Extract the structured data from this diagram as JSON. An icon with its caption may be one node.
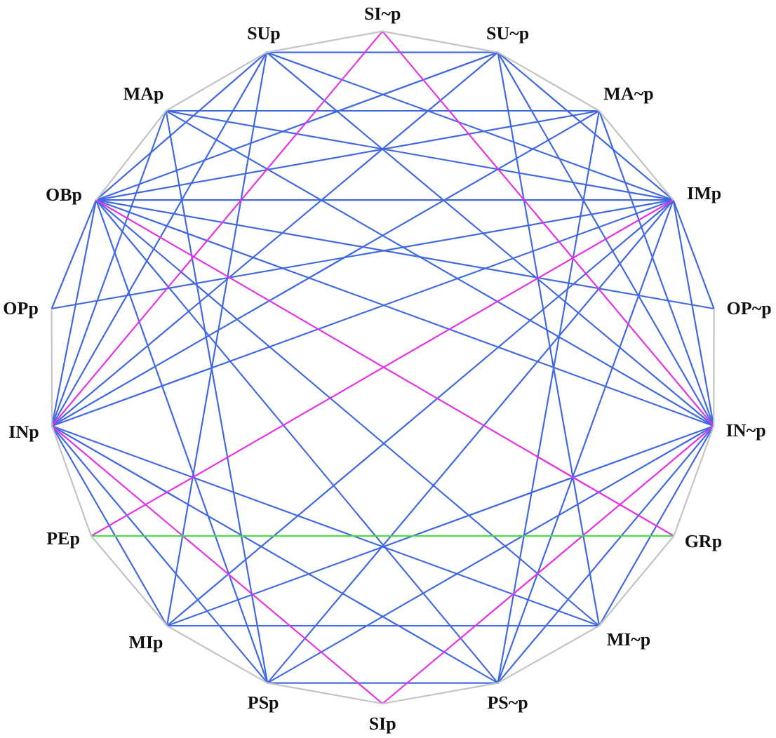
{
  "diagram": {
    "nodes": [
      {
        "text": [
          "SI~p"
        ]
      },
      {
        "text": [
          "SUp"
        ]
      },
      {
        "text": [
          "SU~p"
        ]
      },
      {
        "text": [
          "MAp"
        ]
      },
      {
        "text": [
          "MA~p"
        ]
      },
      {
        "text": [
          "OBp"
        ]
      },
      {
        "text": [
          "IMp"
        ]
      },
      {
        "text": [
          "OPp"
        ]
      },
      {
        "text": [
          "OP~p"
        ]
      },
      {
        "text": [
          "INp"
        ]
      },
      {
        "text": [
          "IN~p"
        ]
      },
      {
        "text": [
          "PEp"
        ]
      },
      {
        "text": [
          "GRp"
        ]
      },
      {
        "text": [
          "MIp"
        ]
      },
      {
        "text": [
          "MI~p"
        ]
      },
      {
        "text": [
          "PSp"
        ]
      },
      {
        "text": [
          "PS~p"
        ]
      },
      {
        "text": [
          "SIp"
        ]
      }
    ],
    "edges": [
      {
        "from": 1,
        "to": 2,
        "arrow": "none"
      },
      {
        "from": 3,
        "to": 4,
        "arrow": "none"
      },
      {
        "from": 5,
        "to": 6,
        "arrow": "none"
      },
      {
        "from": 13,
        "to": 14,
        "arrow": "none"
      },
      {
        "from": 15,
        "to": 16,
        "arrow": "none"
      },
      {
        "from": 7,
        "to": 5,
        "arrow": "none"
      },
      {
        "from": 8,
        "to": 6,
        "arrow": "none"
      },
      {
        "from": 7,
        "to": 6,
        "arrow": "none"
      },
      {
        "from": 8,
        "to": 5,
        "arrow": "none"
      },
      {
        "from": 9,
        "to": 5,
        "arrow": "none"
      },
      {
        "from": 10,
        "to": 6,
        "arrow": "none"
      },
      {
        "from": 9,
        "to": 6,
        "arrow": "none"
      },
      {
        "from": 10,
        "to": 5,
        "arrow": "none"
      },
      {
        "from": 9,
        "to": 1,
        "arrow": "none"
      },
      {
        "from": 10,
        "to": 2,
        "arrow": "none"
      },
      {
        "from": 9,
        "to": 2,
        "arrow": "none"
      },
      {
        "from": 10,
        "to": 1,
        "arrow": "none"
      },
      {
        "from": 9,
        "to": 3,
        "arrow": "none"
      },
      {
        "from": 10,
        "to": 4,
        "arrow": "none"
      },
      {
        "from": 9,
        "to": 4,
        "arrow": "none"
      },
      {
        "from": 10,
        "to": 3,
        "arrow": "none"
      },
      {
        "from": 9,
        "to": 13,
        "arrow": "none"
      },
      {
        "from": 10,
        "to": 14,
        "arrow": "none"
      },
      {
        "from": 9,
        "to": 14,
        "arrow": "none"
      },
      {
        "from": 10,
        "to": 13,
        "arrow": "none"
      },
      {
        "from": 9,
        "to": 15,
        "arrow": "none"
      },
      {
        "from": 10,
        "to": 16,
        "arrow": "none"
      },
      {
        "from": 9,
        "to": 16,
        "arrow": "none"
      },
      {
        "from": 10,
        "to": 15,
        "arrow": "none"
      },
      {
        "from": 13,
        "to": 1,
        "arrow": "none"
      },
      {
        "from": 14,
        "to": 2,
        "arrow": "none"
      },
      {
        "from": 15,
        "to": 5,
        "arrow": "none"
      },
      {
        "from": 16,
        "to": 6,
        "arrow": "none"
      },
      {
        "from": 15,
        "to": 3,
        "arrow": "none"
      },
      {
        "from": 16,
        "to": 4,
        "arrow": "none"
      },
      {
        "from": 5,
        "to": 2,
        "arrow": "none"
      },
      {
        "from": 6,
        "to": 1,
        "arrow": "none"
      },
      {
        "from": 5,
        "to": 4,
        "arrow": "none"
      },
      {
        "from": 6,
        "to": 3,
        "arrow": "none"
      },
      {
        "from": 5,
        "to": 14,
        "arrow": "none"
      },
      {
        "from": 6,
        "to": 13,
        "arrow": "none"
      },
      {
        "from": 5,
        "to": 16,
        "arrow": "none"
      },
      {
        "from": 6,
        "to": 15,
        "arrow": "none"
      },
      {
        "from": 5,
        "to": 1,
        "arrow": "none"
      },
      {
        "from": 6,
        "to": 2,
        "arrow": "none"
      },
      {
        "from": 0,
        "to": 9,
        "arrow": "none",
        "color": "#e632e6"
      },
      {
        "from": 0,
        "to": 10,
        "arrow": "none",
        "color": "#e632e6"
      },
      {
        "from": 17,
        "to": 9,
        "arrow": "none",
        "color": "#e632e6"
      },
      {
        "from": 17,
        "to": 10,
        "arrow": "none",
        "color": "#e632e6"
      },
      {
        "from": 5,
        "to": 12,
        "arrow": "none",
        "color": "#e632e6"
      },
      {
        "from": 11,
        "to": 6,
        "arrow": "none",
        "color": "#e632e6"
      },
      {
        "from": 11,
        "to": 12,
        "arrow": "none",
        "color": "#44dd44"
      },
      {
        "from": 0,
        "to": 2,
        "arrow": "none",
        "color": "#c4c4c4"
      },
      {
        "from": 2,
        "to": 4,
        "arrow": "none",
        "color": "#c4c4c4"
      },
      {
        "from": 4,
        "to": 6,
        "arrow": "none",
        "color": "#c4c4c4"
      },
      {
        "from": 8,
        "to": 10,
        "arrow": "none",
        "color": "#c4c4c4"
      },
      {
        "from": 10,
        "to": 12,
        "arrow": "none",
        "color": "#c4c4c4"
      },
      {
        "from": 12,
        "to": 14,
        "arrow": "none",
        "color": "#c4c4c4"
      },
      {
        "from": 14,
        "to": 16,
        "arrow": "none",
        "color": "#c4c4c4"
      },
      {
        "from": 16,
        "to": 17,
        "arrow": "none",
        "color": "#c4c4c4"
      },
      {
        "from": 17,
        "to": 15,
        "arrow": "none",
        "color": "#c4c4c4"
      },
      {
        "from": 15,
        "to": 13,
        "arrow": "none",
        "color": "#c4c4c4"
      },
      {
        "from": 13,
        "to": 11,
        "arrow": "none",
        "color": "#c4c4c4"
      },
      {
        "from": 11,
        "to": 9,
        "arrow": "none",
        "color": "#c4c4c4"
      },
      {
        "from": 9,
        "to": 7,
        "arrow": "none",
        "color": "#c4c4c4"
      },
      {
        "from": 5,
        "to": 3,
        "arrow": "none",
        "color": "#c4c4c4"
      },
      {
        "from": 3,
        "to": 1,
        "arrow": "none",
        "color": "#c4c4c4"
      },
      {
        "from": 1,
        "to": 0,
        "arrow": "none",
        "color": "#c4c4c4"
      }
    ]
  }
}
